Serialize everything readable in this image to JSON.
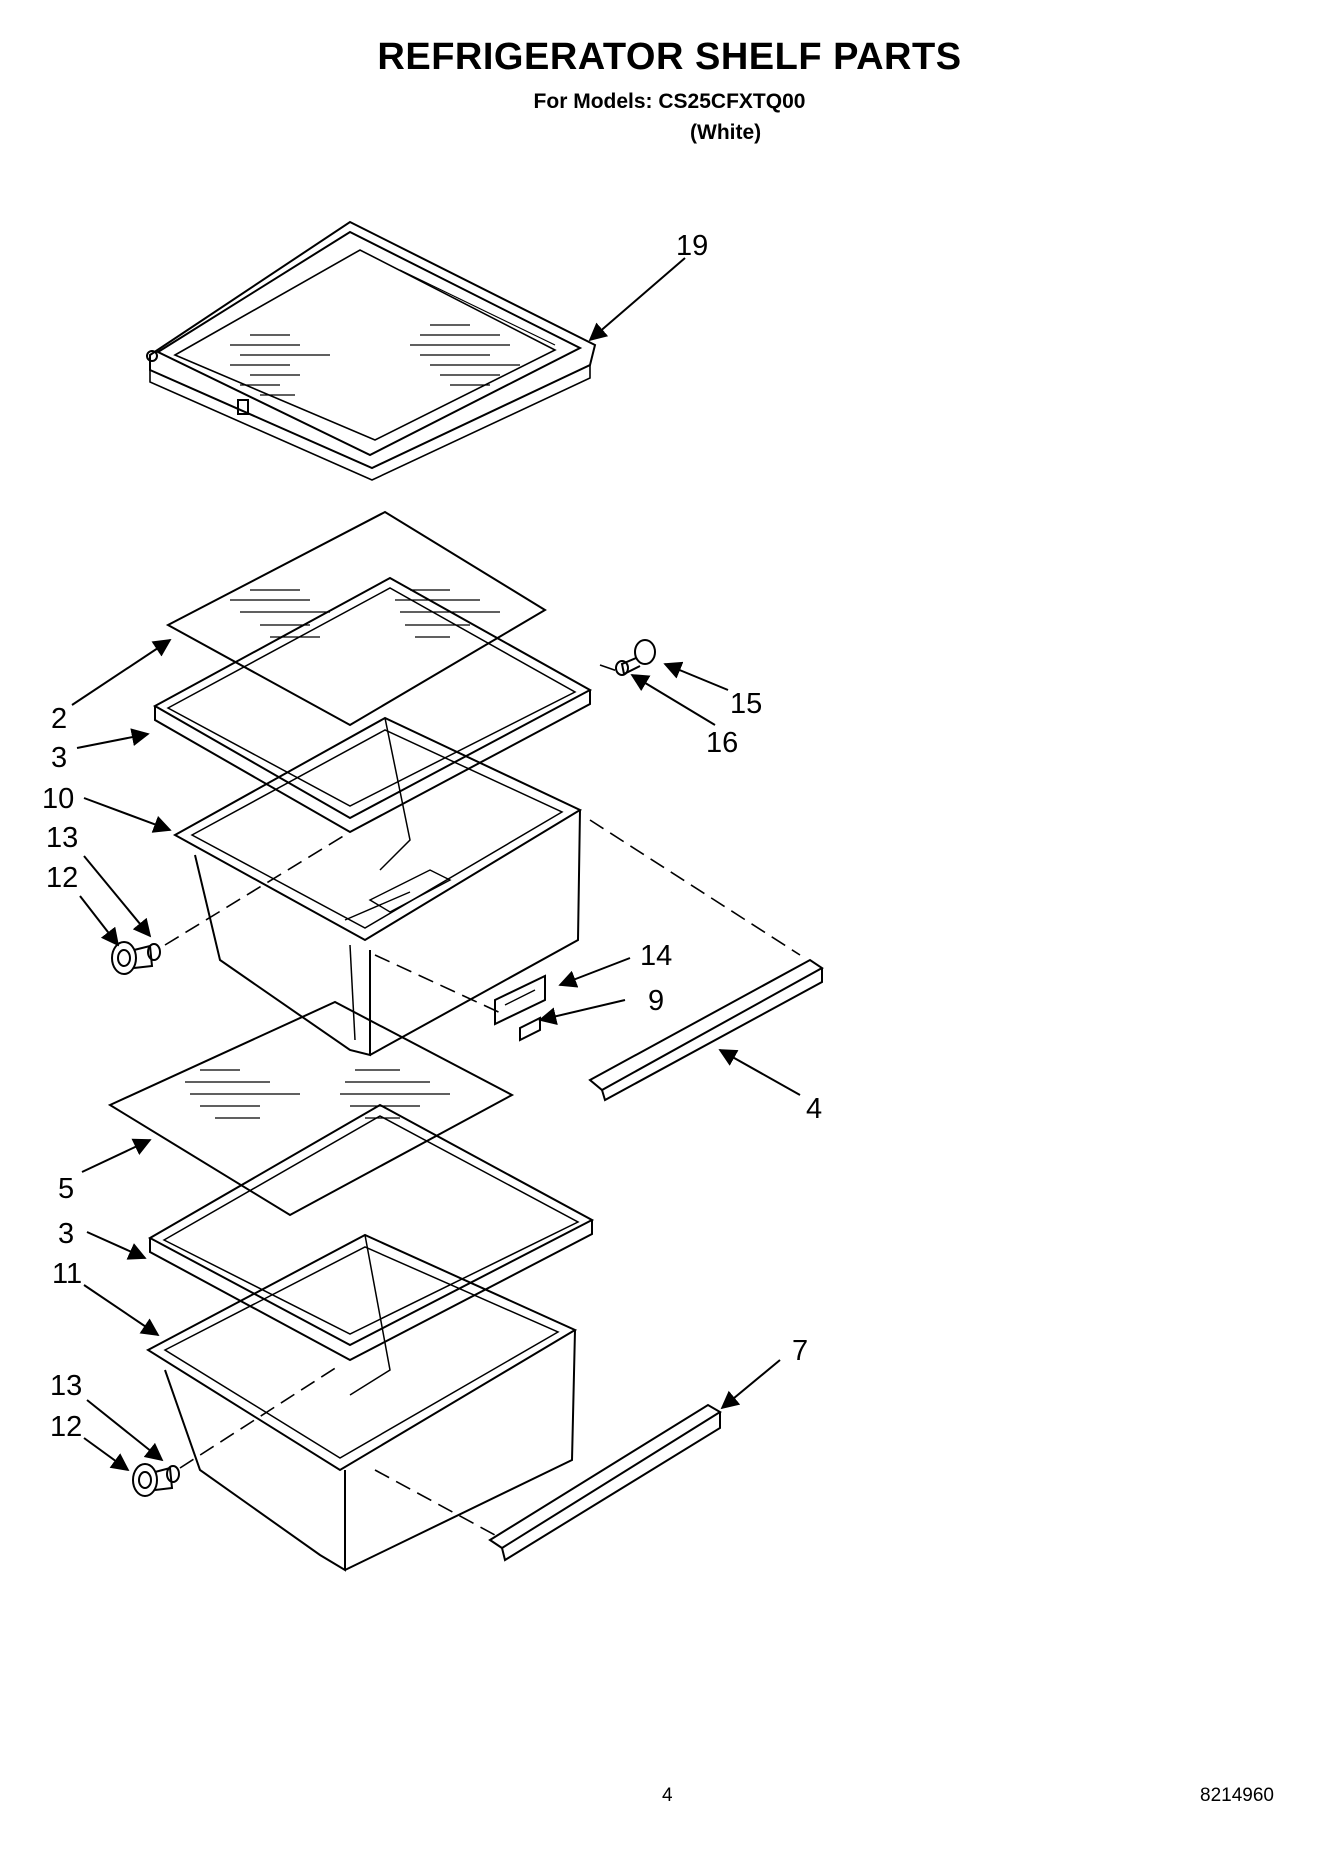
{
  "header": {
    "title": "REFRIGERATOR SHELF PARTS",
    "models": "For Models: CS25CFXTQ00",
    "color": "(White)"
  },
  "callouts": [
    {
      "id": "c19",
      "label": "19"
    },
    {
      "id": "c2",
      "label": "2"
    },
    {
      "id": "c3a",
      "label": "3"
    },
    {
      "id": "c10",
      "label": "10"
    },
    {
      "id": "c13a",
      "label": "13"
    },
    {
      "id": "c12a",
      "label": "12"
    },
    {
      "id": "c15",
      "label": "15"
    },
    {
      "id": "c16",
      "label": "16"
    },
    {
      "id": "c14",
      "label": "14"
    },
    {
      "id": "c9",
      "label": "9"
    },
    {
      "id": "c4",
      "label": "4"
    },
    {
      "id": "c5",
      "label": "5"
    },
    {
      "id": "c3b",
      "label": "3"
    },
    {
      "id": "c11",
      "label": "11"
    },
    {
      "id": "c7",
      "label": "7"
    },
    {
      "id": "c13b",
      "label": "13"
    },
    {
      "id": "c12b",
      "label": "12"
    }
  ],
  "footer": {
    "page": "4",
    "doc_number": "8214960"
  }
}
